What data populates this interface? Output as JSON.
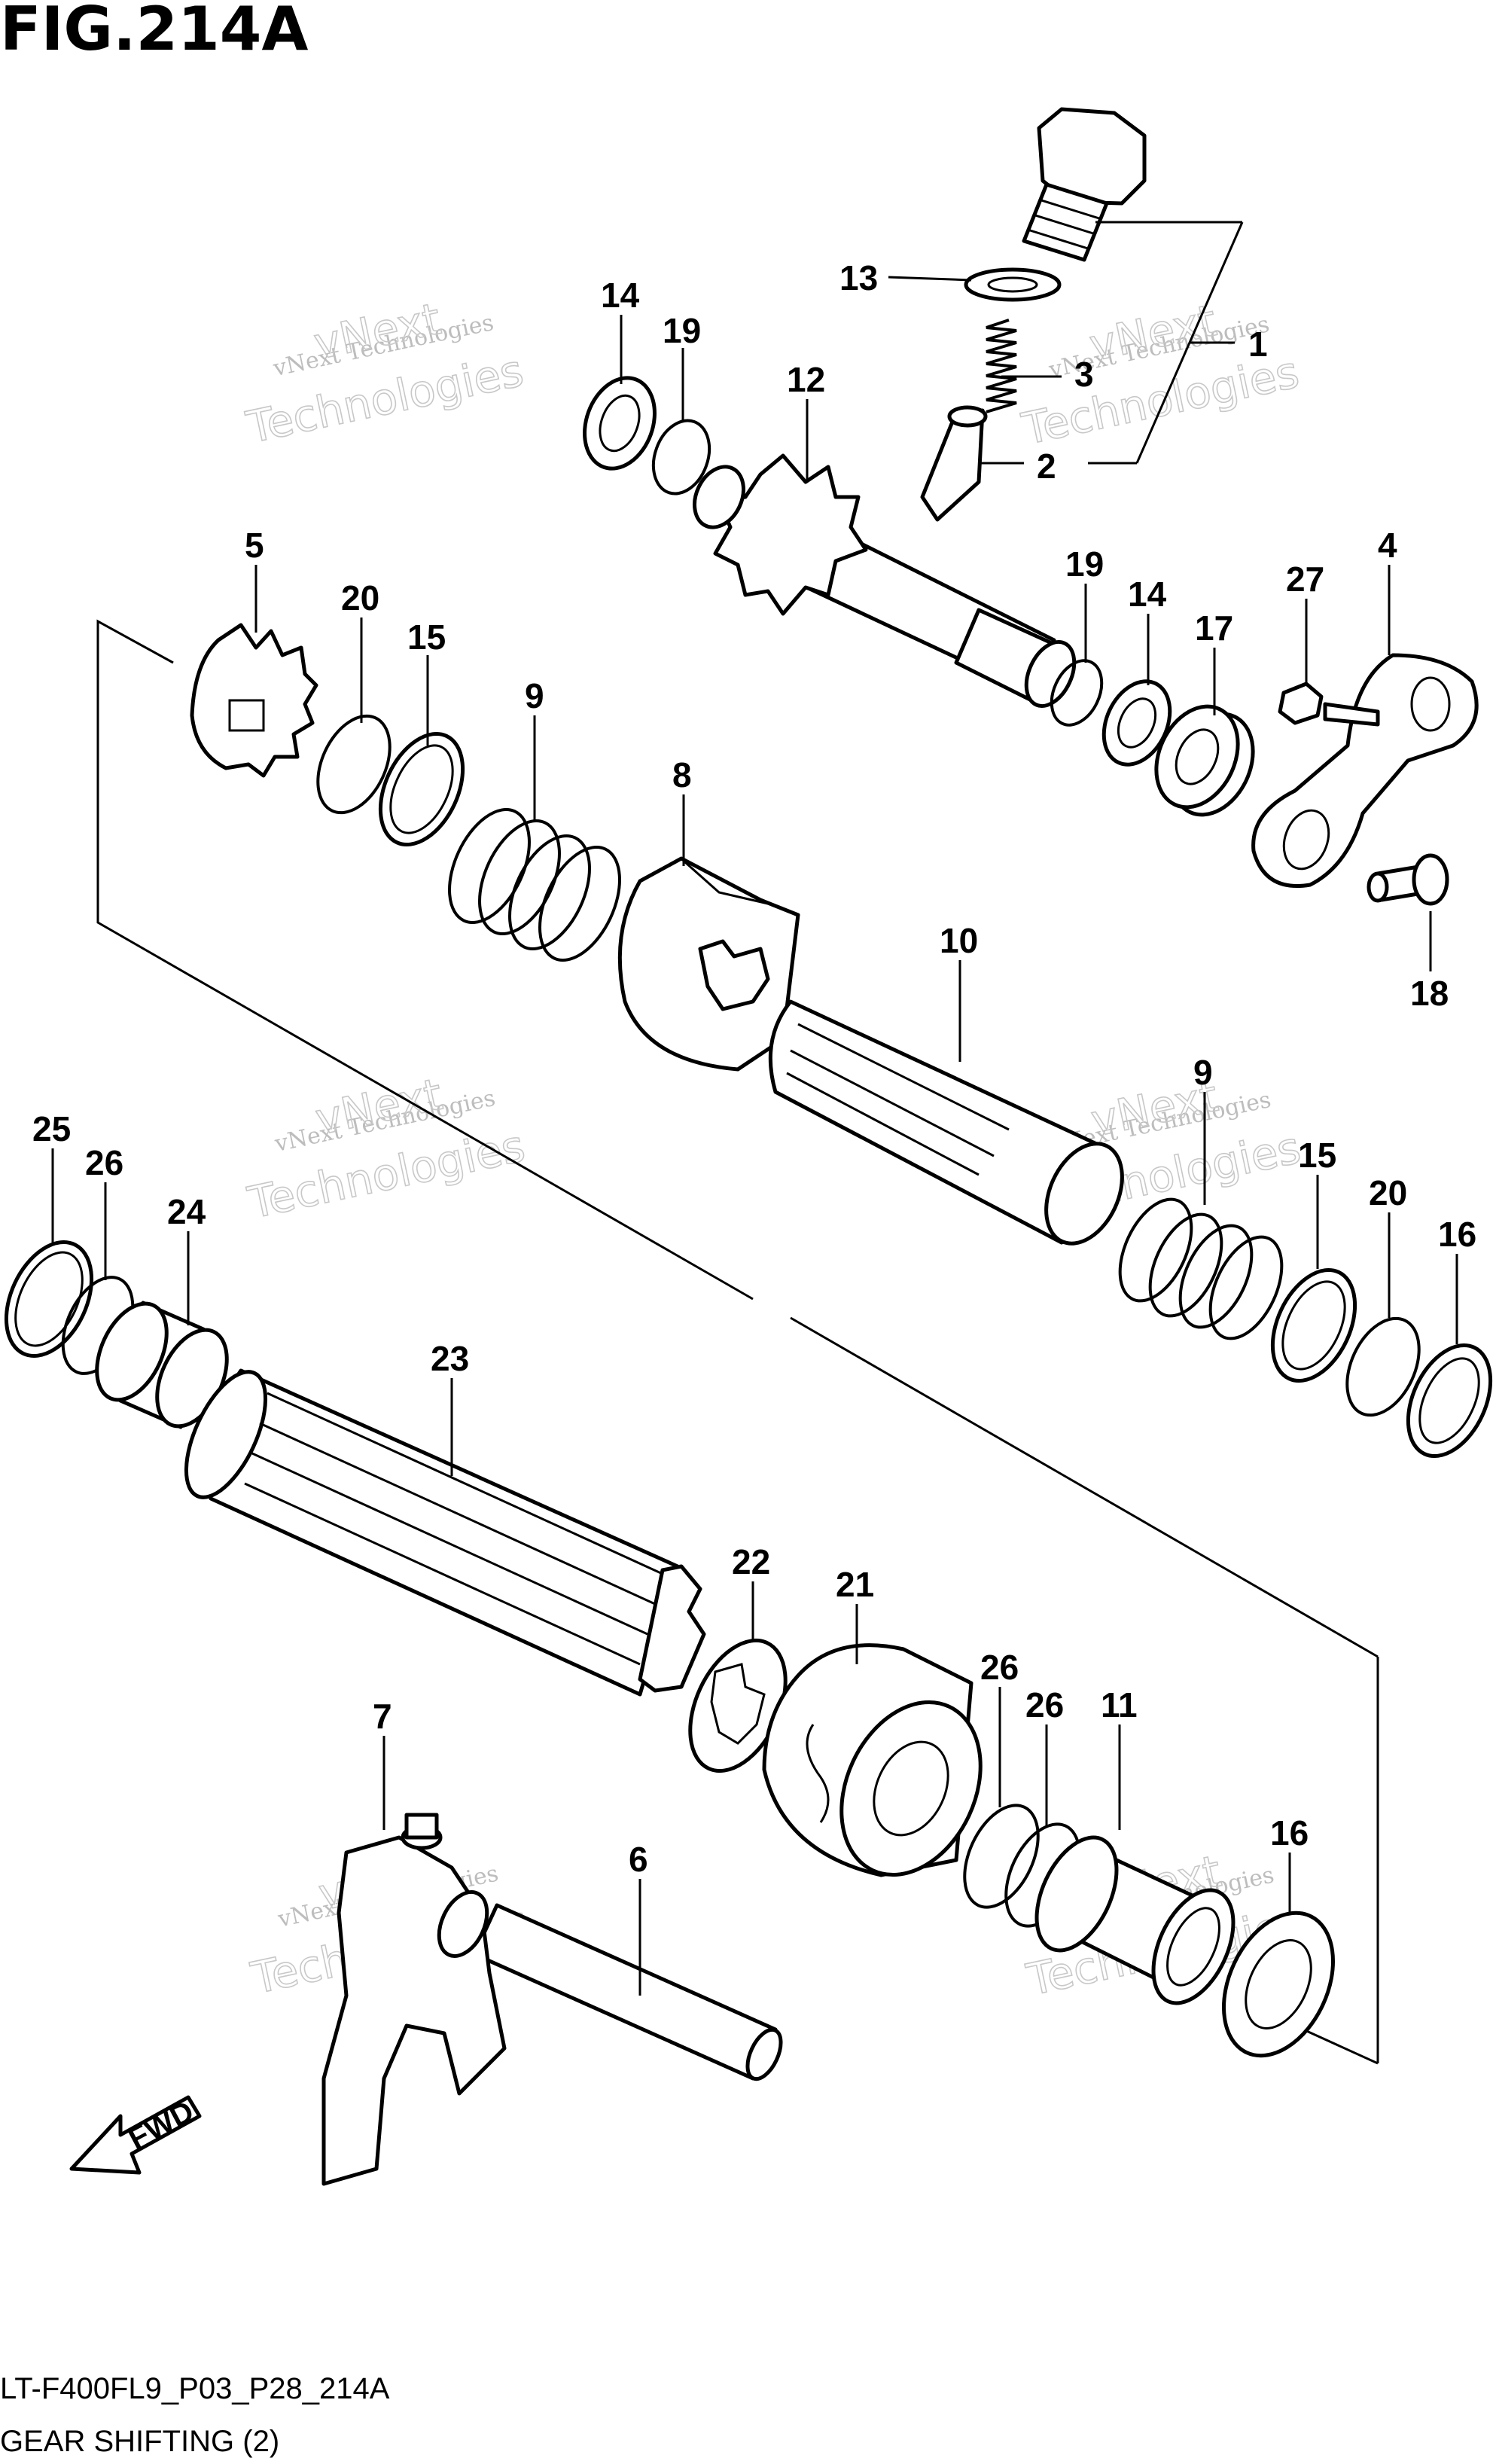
{
  "figure": {
    "title": "FIG.214A",
    "code": "LT-F400FL9_P03_P28_214A",
    "caption": "GEAR SHIFTING (2)",
    "fwd_label": "FWD"
  },
  "watermark": {
    "line1": "vNext Technologies",
    "line2": "Technologies",
    "accent": "vNext"
  },
  "callouts": {
    "c1": "1",
    "c2": "2",
    "c3": "3",
    "c4": "4",
    "c5": "5",
    "c6": "6",
    "c7": "7",
    "c8": "8",
    "c9a": "9",
    "c9b": "9",
    "c10": "10",
    "c11": "11",
    "c12": "12",
    "c13": "13",
    "c14a": "14",
    "c14b": "14",
    "c15a": "15",
    "c15b": "15",
    "c16a": "16",
    "c16b": "16",
    "c17": "17",
    "c18": "18",
    "c19a": "19",
    "c19b": "19",
    "c20a": "20",
    "c20b": "20",
    "c21": "21",
    "c22": "22",
    "c23": "23",
    "c24": "24",
    "c25": "25",
    "c26a": "26",
    "c26b": "26",
    "c26c": "26",
    "c27": "27"
  }
}
